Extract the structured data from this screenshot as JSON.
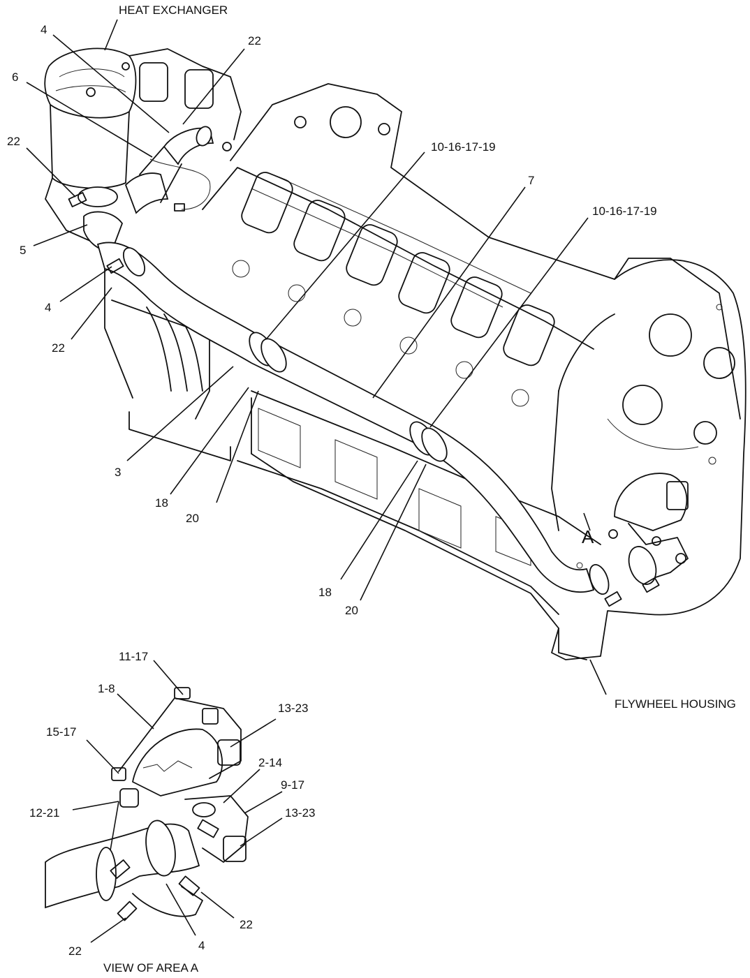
{
  "labels": {
    "heat_exchanger": "HEAT EXCHANGER",
    "flywheel_housing": "FLYWHEEL HOUSING",
    "view_of_area_a": "VIEW OF AREA  A",
    "area_marker": "A"
  },
  "callouts": [
    "4",
    "22",
    "6",
    "22",
    "5",
    "4",
    "22",
    "10-16-17-19",
    "7",
    "10-16-17-19",
    "3",
    "18",
    "20",
    "18",
    "20",
    "11-17",
    "1-8",
    "13-23",
    "15-17",
    "2-14",
    "9-17",
    "12-21",
    "13-23",
    "22",
    "22",
    "4"
  ]
}
